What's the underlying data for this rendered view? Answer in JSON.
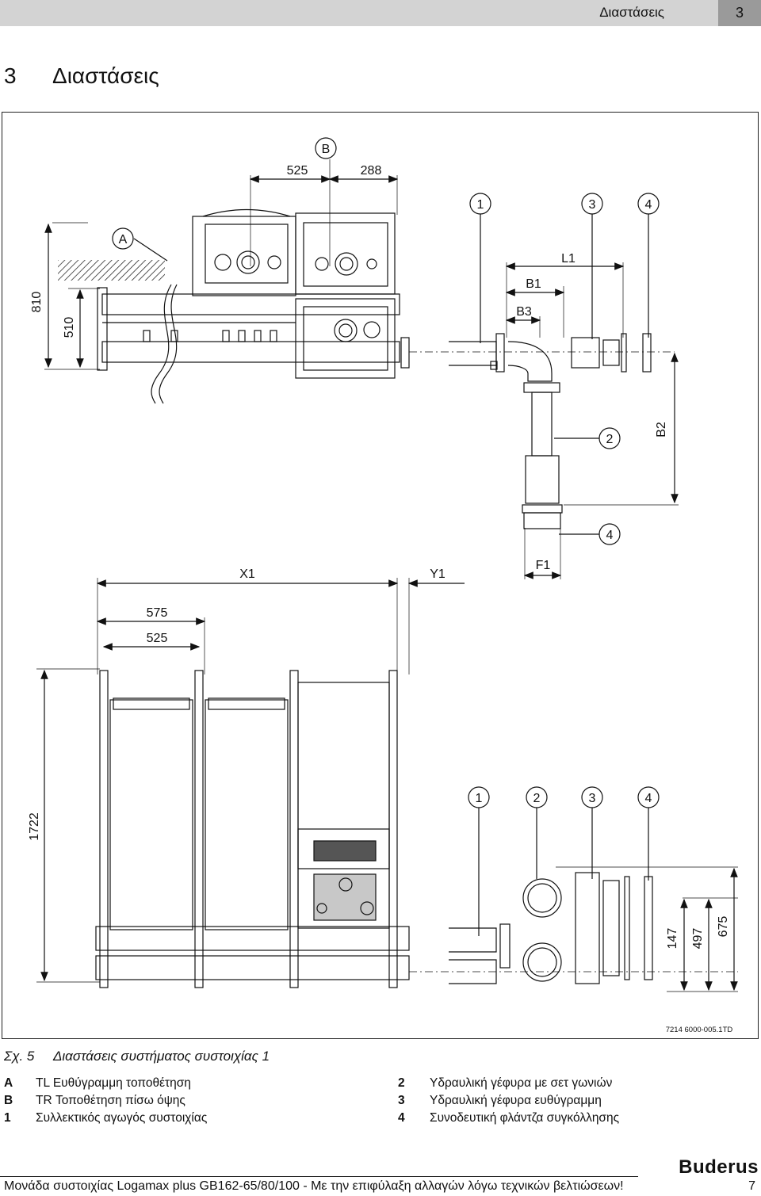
{
  "header": {
    "title": "Διαστάσεις",
    "number": "3"
  },
  "section": {
    "number": "3",
    "title": "Διαστάσεις"
  },
  "figure": {
    "labels": {
      "B": "B",
      "A": "A",
      "d525top": "525",
      "d288": "288",
      "d810": "810",
      "d510": "510",
      "c1": "1",
      "c2": "2",
      "c3": "3",
      "c4": "4",
      "L1": "L1",
      "B1": "B1",
      "B3": "B3",
      "B2": "B2",
      "c2b": "2",
      "c4b": "4",
      "F1": "F1",
      "X1": "X1",
      "Y1": "Y1",
      "d575": "575",
      "d525": "525",
      "d1722": "1722",
      "c1c": "1",
      "c2c": "2",
      "c3c": "3",
      "c4c": "4",
      "d147": "147",
      "d497": "497",
      "d675": "675",
      "code": "7214 6000-005.1TD"
    }
  },
  "caption": {
    "number": "Σχ. 5",
    "text": "Διαστάσεις συστήματος συστοιχίας 1"
  },
  "legend": {
    "left": [
      {
        "key": "A",
        "text": "TL Ευθύγραμμη τοποθέτηση"
      },
      {
        "key": "B",
        "text": "TR Τοποθέτηση πίσω όψης"
      },
      {
        "key": "1",
        "text": "Συλλεκτικός αγωγός συστοιχίας"
      }
    ],
    "right": [
      {
        "key": "2",
        "text": "Υδραυλική γέφυρα με σετ γωνιών"
      },
      {
        "key": "3",
        "text": "Υδραυλική γέφυρα ευθύγραμμη"
      },
      {
        "key": "4",
        "text": "Συνοδευτική φλάντζα συγκόλλησης"
      }
    ]
  },
  "footer": {
    "brand": "Buderus",
    "text": "Μονάδα συστοιχίας Logamax plus GB162-65/80/100 - Με την επιφύλαξη αλλαγών λόγω τεχνικών βελτιώσεων!",
    "page": "7"
  }
}
